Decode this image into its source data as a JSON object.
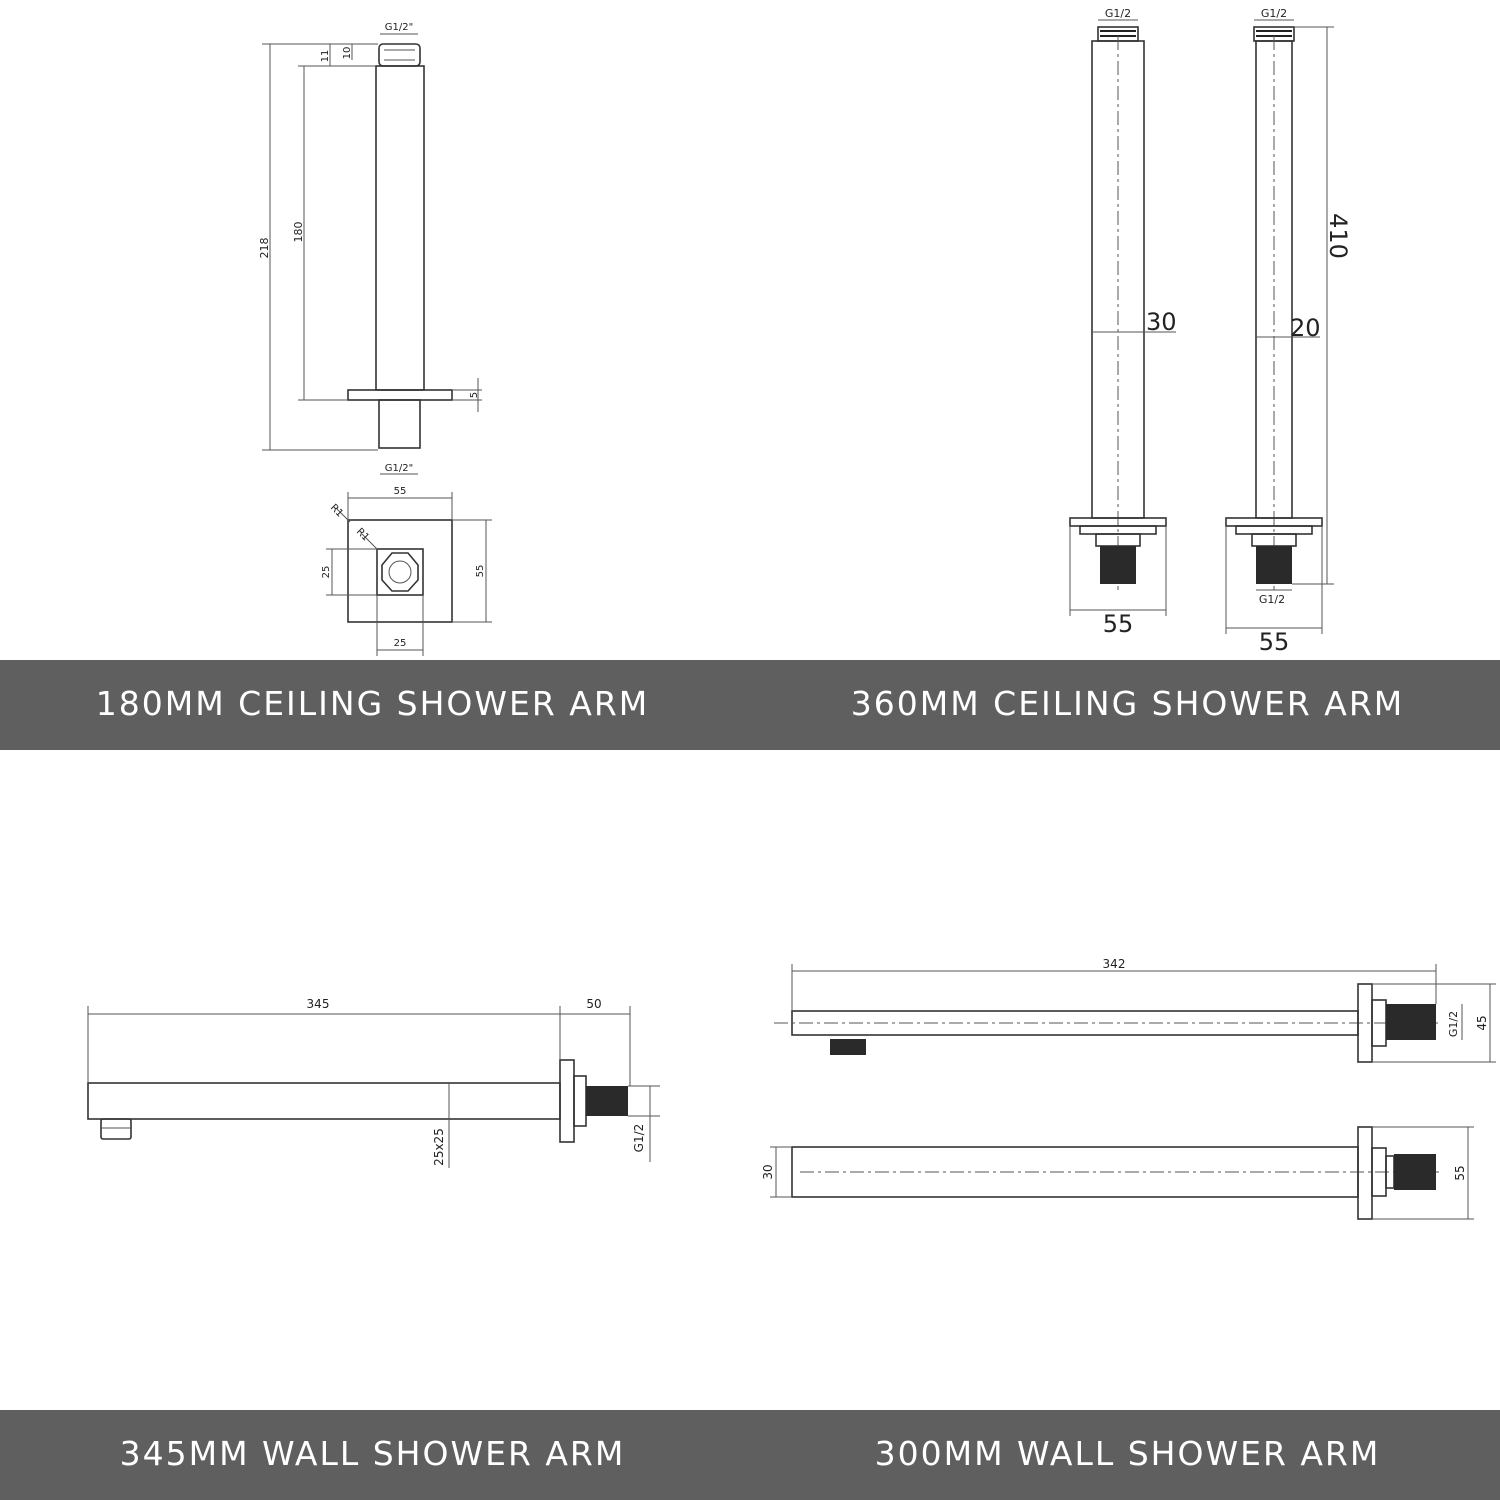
{
  "panels": {
    "ceiling_180": {
      "title": "180MM CEILING SHOWER ARM",
      "dims": {
        "thread_top": "G1/2\"",
        "d11": "11",
        "d10": "10",
        "d218": "218",
        "d180": "180",
        "d5": "5",
        "thread_bottom": "G1/2\"",
        "plate_w": "55",
        "plate_h": "55",
        "r1a": "R1",
        "r1b": "R1",
        "inner_h": "25",
        "inner_w": "25"
      }
    },
    "ceiling_360": {
      "title": "360MM CEILING SHOWER ARM",
      "dims": {
        "thread_a": "G1/2",
        "thread_b": "G1/2",
        "thread_c": "G1/2",
        "d30": "30",
        "d20": "20",
        "d410": "410",
        "w55a": "55",
        "w55b": "55"
      }
    },
    "wall_345": {
      "title": "345MM WALL SHOWER ARM",
      "dims": {
        "d345": "345",
        "d50": "50",
        "section": "25x25",
        "thread": "G1/2"
      }
    },
    "wall_300": {
      "title": "300MM WALL SHOWER ARM",
      "dims": {
        "d342": "342",
        "thread": "G1/2",
        "d45": "45",
        "d30": "30",
        "d55": "55"
      }
    }
  },
  "colors": {
    "band": "#5f5f5f",
    "line": "#333333",
    "label_text": "#ffffff"
  }
}
